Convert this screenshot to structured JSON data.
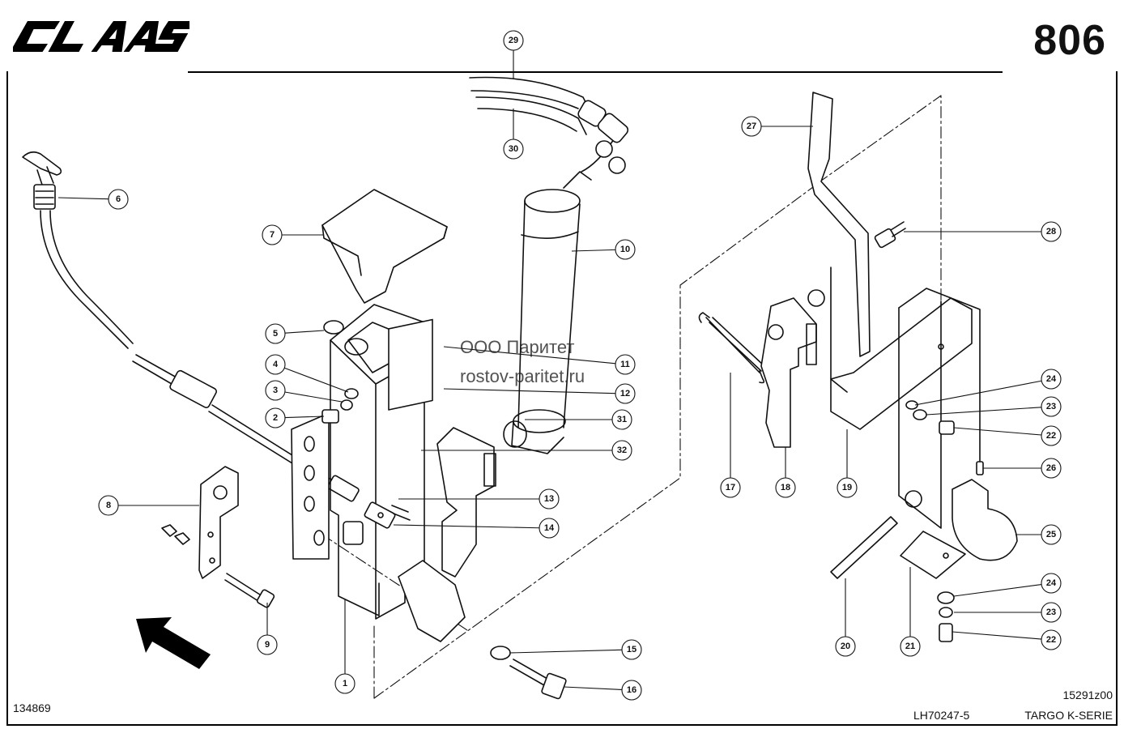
{
  "header": {
    "brand": "CLAAS",
    "page_number": "806"
  },
  "footer": {
    "catalog_number": "134869",
    "drawing_code": "LH70247-5",
    "figure_ref": "15291z00",
    "series": "TARGO K-SERIE"
  },
  "watermark": {
    "company": "ООО Паритет",
    "site": "rostov-paritet.ru"
  },
  "callouts": [
    {
      "n": "1"
    },
    {
      "n": "2"
    },
    {
      "n": "3"
    },
    {
      "n": "4"
    },
    {
      "n": "5"
    },
    {
      "n": "6"
    },
    {
      "n": "7"
    },
    {
      "n": "8"
    },
    {
      "n": "9"
    },
    {
      "n": "10"
    },
    {
      "n": "11"
    },
    {
      "n": "12"
    },
    {
      "n": "13"
    },
    {
      "n": "14"
    },
    {
      "n": "15"
    },
    {
      "n": "16"
    },
    {
      "n": "17"
    },
    {
      "n": "18"
    },
    {
      "n": "19"
    },
    {
      "n": "20"
    },
    {
      "n": "21"
    },
    {
      "n": "22"
    },
    {
      "n": "23"
    },
    {
      "n": "24"
    },
    {
      "n": "25"
    },
    {
      "n": "26"
    },
    {
      "n": "27"
    },
    {
      "n": "28"
    },
    {
      "n": "29"
    },
    {
      "n": "30"
    },
    {
      "n": "31"
    },
    {
      "n": "32"
    },
    {
      "n": "22"
    },
    {
      "n": "23"
    },
    {
      "n": "24"
    }
  ]
}
